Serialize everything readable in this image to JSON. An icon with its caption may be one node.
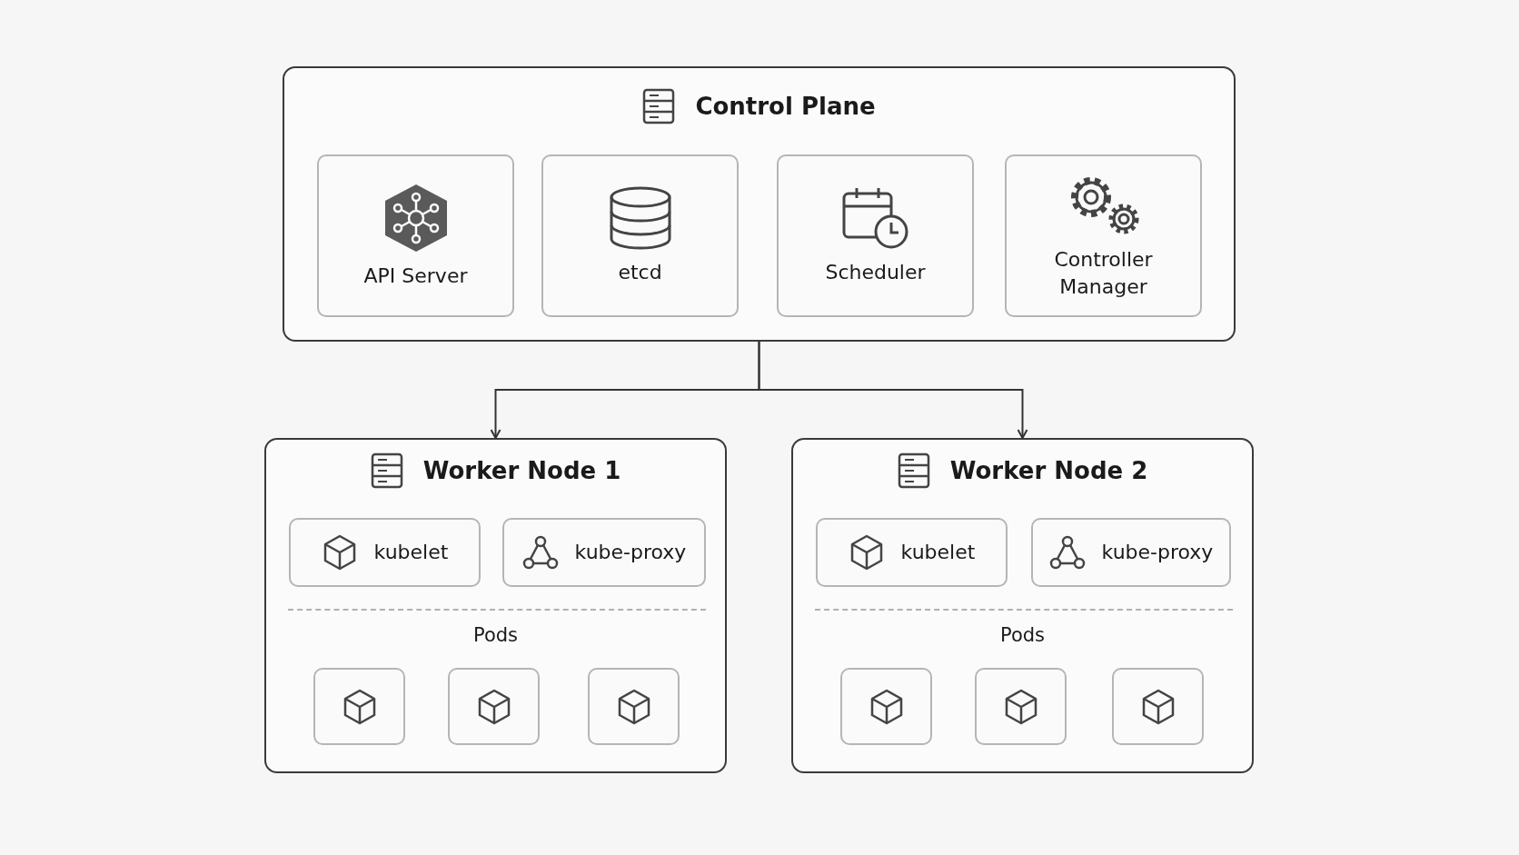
{
  "diagram": {
    "nodes": [
      {
        "text": [
          "Control Plane"
        ]
      },
      {
        "text": [
          "API Server"
        ],
        "in": 0
      },
      {
        "text": [
          "etcd"
        ],
        "in": 0
      },
      {
        "text": [
          "Scheduler"
        ],
        "in": 0
      },
      {
        "text": [
          "Controller Manager"
        ],
        "in": 0
      },
      {
        "text": [
          "Worker Node 1"
        ]
      },
      {
        "text": [
          "kubelet"
        ],
        "in": 5
      },
      {
        "text": [
          "kube-proxy"
        ],
        "in": 5
      },
      {
        "text": [],
        "shape": "box",
        "in": 5
      },
      {
        "text": [],
        "shape": "box",
        "in": 5
      },
      {
        "text": [],
        "shape": "box",
        "in": 5
      },
      {
        "text": [
          "Worker Node 2"
        ]
      },
      {
        "text": [
          "kubelet"
        ],
        "in": 11
      },
      {
        "text": [
          "kube-proxy"
        ],
        "in": 11
      },
      {
        "text": [],
        "shape": "box",
        "in": 11
      },
      {
        "text": [],
        "shape": "box",
        "in": 11
      },
      {
        "text": [],
        "shape": "box",
        "in": 11
      }
    ],
    "edges": [
      {
        "from": 0,
        "to": 5,
        "arrow": "to"
      },
      {
        "from": 0,
        "to": 11,
        "arrow": "to"
      }
    ],
    "labels": [
      "Pods",
      "Pods"
    ]
  }
}
